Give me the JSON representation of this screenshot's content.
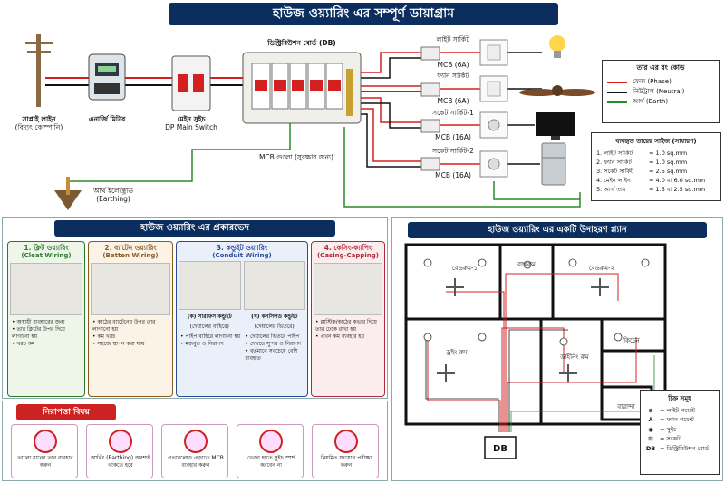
{
  "header": {
    "title": "হাউজ ওয়্যারিং এর সম্পূর্ণ ডায়াগ্রাম"
  },
  "top": {
    "supply_line": [
      "সাপ্লাই লাইন",
      "(বিদ্যুৎ কোম্পানি)"
    ],
    "energy_meter": "এনার্জি মিটার",
    "main_switch": [
      "মেইন সুইচ",
      "DP Main Switch"
    ],
    "db_label": "ডিস্ট্রিবিউশন বোর্ড (DB)",
    "mcb_note": "MCB গুলো (সুরক্ষার জন্য)",
    "earth_electrode": [
      "আর্থ ইলেক্ট্রোড",
      "(Earthing)"
    ],
    "circuits": [
      {
        "name": "লাইট সার্কিট",
        "mcb": "MCB (6A)"
      },
      {
        "name": "ফ্যান সার্কিট",
        "mcb": "MCB (6A)"
      },
      {
        "name": "সকেট সার্কিট-1",
        "mcb": "MCB (16A)"
      },
      {
        "name": "সকেট সার্কিট-2",
        "mcb": "MCB (16A)"
      }
    ]
  },
  "color_code": {
    "title": "তার এর রং কোড",
    "items": [
      {
        "label": "ফেজ (Phase)",
        "color": "#d42020"
      },
      {
        "label": "নিউট্রাল (Neutral)",
        "color": "#111111"
      },
      {
        "label": "আর্থ (Earth)",
        "color": "#2a8a2a"
      }
    ]
  },
  "wire_size": {
    "title": "ব্যবহৃত তারের সাইজ (সাধারণ)",
    "rows": [
      {
        "name": "1. লাইট সার্কিট",
        "value": "= 1.0 sq.mm"
      },
      {
        "name": "2. ফ্যান সার্কিট",
        "value": "= 1.0 sq.mm"
      },
      {
        "name": "3. সকেট সার্কিট",
        "value": "= 2.5 sq.mm"
      },
      {
        "name": "4. মেইন লাইন",
        "value": "= 4.0 বা 6.0 sq.mm"
      },
      {
        "name": "5. আর্থ তার",
        "value": "= 1.5 বা 2.5 sq.mm"
      }
    ]
  },
  "types": {
    "title": "হাউজ ওয়্যারিং এর প্রকারভেদ",
    "cards": [
      {
        "title": "1. ক্লিট ওয়্যারিং",
        "subtitle": "(Cleat Wiring)",
        "color": "#2a7a2a",
        "bg": "#eef6ea",
        "points": [
          "অস্থায়ী ব্যবহারের জন্য",
          "তার ক্লিটের উপর দিয়ে লাগানো হয়",
          "খরচ কম"
        ]
      },
      {
        "title": "2. ব্যাটেন ওয়্যারিং",
        "subtitle": "(Batten Wiring)",
        "color": "#8a5a20",
        "bg": "#fbf3e6",
        "points": [
          "কাঠের ব্যাটেনের উপর তার লাগানো হয়",
          "কম খরচ",
          "সহজে স্থাপন করা যায়"
        ]
      },
      {
        "title": "3. কন্ডুইট ওয়্যারিং",
        "subtitle": "(Conduit Wiring)",
        "color": "#2a4a9a",
        "bg": "#eaf0fa",
        "points": [],
        "sub": [
          {
            "title": "(ক) সারফেস কন্ডুইট",
            "sub2": "(দেয়ালের বাহিরে)",
            "points": [
              "পাইপ বাহিরে লাগানো হয়",
              "মজবুত ও নিরাপদ"
            ]
          },
          {
            "title": "(খ) কনসিলড কন্ডুইট",
            "sub2": "(দেয়ালের ভিতরে)",
            "points": [
              "দেয়ালের ভিতরে পাইপ",
              "দেখতে সুন্দর ও নিরাপদ",
              "বর্তমানে সবচেয়ে বেশি ব্যবহৃত"
            ]
          }
        ]
      },
      {
        "title": "4. কেসিং-ক্যাপিং",
        "subtitle": "(Casing-Capping)",
        "color": "#b02a3a",
        "bg": "#fbecee",
        "points": [
          "প্লাস্টিক/কাঠের কভার দিয়ে তার ঢেকে রাখা হয়",
          "এখন কম ব্যবহার হয়"
        ]
      }
    ]
  },
  "safety": {
    "title": "নিরাপত্তা বিষয়",
    "items": [
      {
        "icon": "cable-icon",
        "text": "ভালো মানের তার ব্যবহার করুন"
      },
      {
        "icon": "earth-icon",
        "text": "আর্থিং (Earthing) অবশ্যই থাকতে হবে"
      },
      {
        "icon": "mcb-icon",
        "text": "ওভারলোড এড়াতে MCB ব্যবহার করুন"
      },
      {
        "icon": "wet-hand-icon",
        "text": "ভেজা হাতে সুইচ স্পর্শ করবেন না"
      },
      {
        "icon": "tools-icon",
        "text": "নিয়মিত সংযোগ পরীক্ষা করুন"
      }
    ]
  },
  "plan": {
    "title": "হাউজ ওয়্যারিং এর একটি উদাহরণ প্ল্যান",
    "rooms": [
      "বেডরুম-১",
      "বাথরুম",
      "বেডরুম-২",
      "ড্রইং রুম",
      "ডাইনিং রুম",
      "কিচেন",
      "বারান্দা"
    ],
    "db": "DB",
    "legend_title": "চিহ্ন সমূহ",
    "legend": [
      {
        "sym": "⊗",
        "label": "= লাইট পয়েন্ট"
      },
      {
        "sym": "⅄",
        "label": "= ফ্যান পয়েন্ট"
      },
      {
        "sym": "◉",
        "label": "= সুইচ"
      },
      {
        "sym": "⊡",
        "label": "= সকেট"
      },
      {
        "sym": "DB",
        "label": "= ডিস্ট্রিবিউশন বোর্ড"
      }
    ]
  }
}
